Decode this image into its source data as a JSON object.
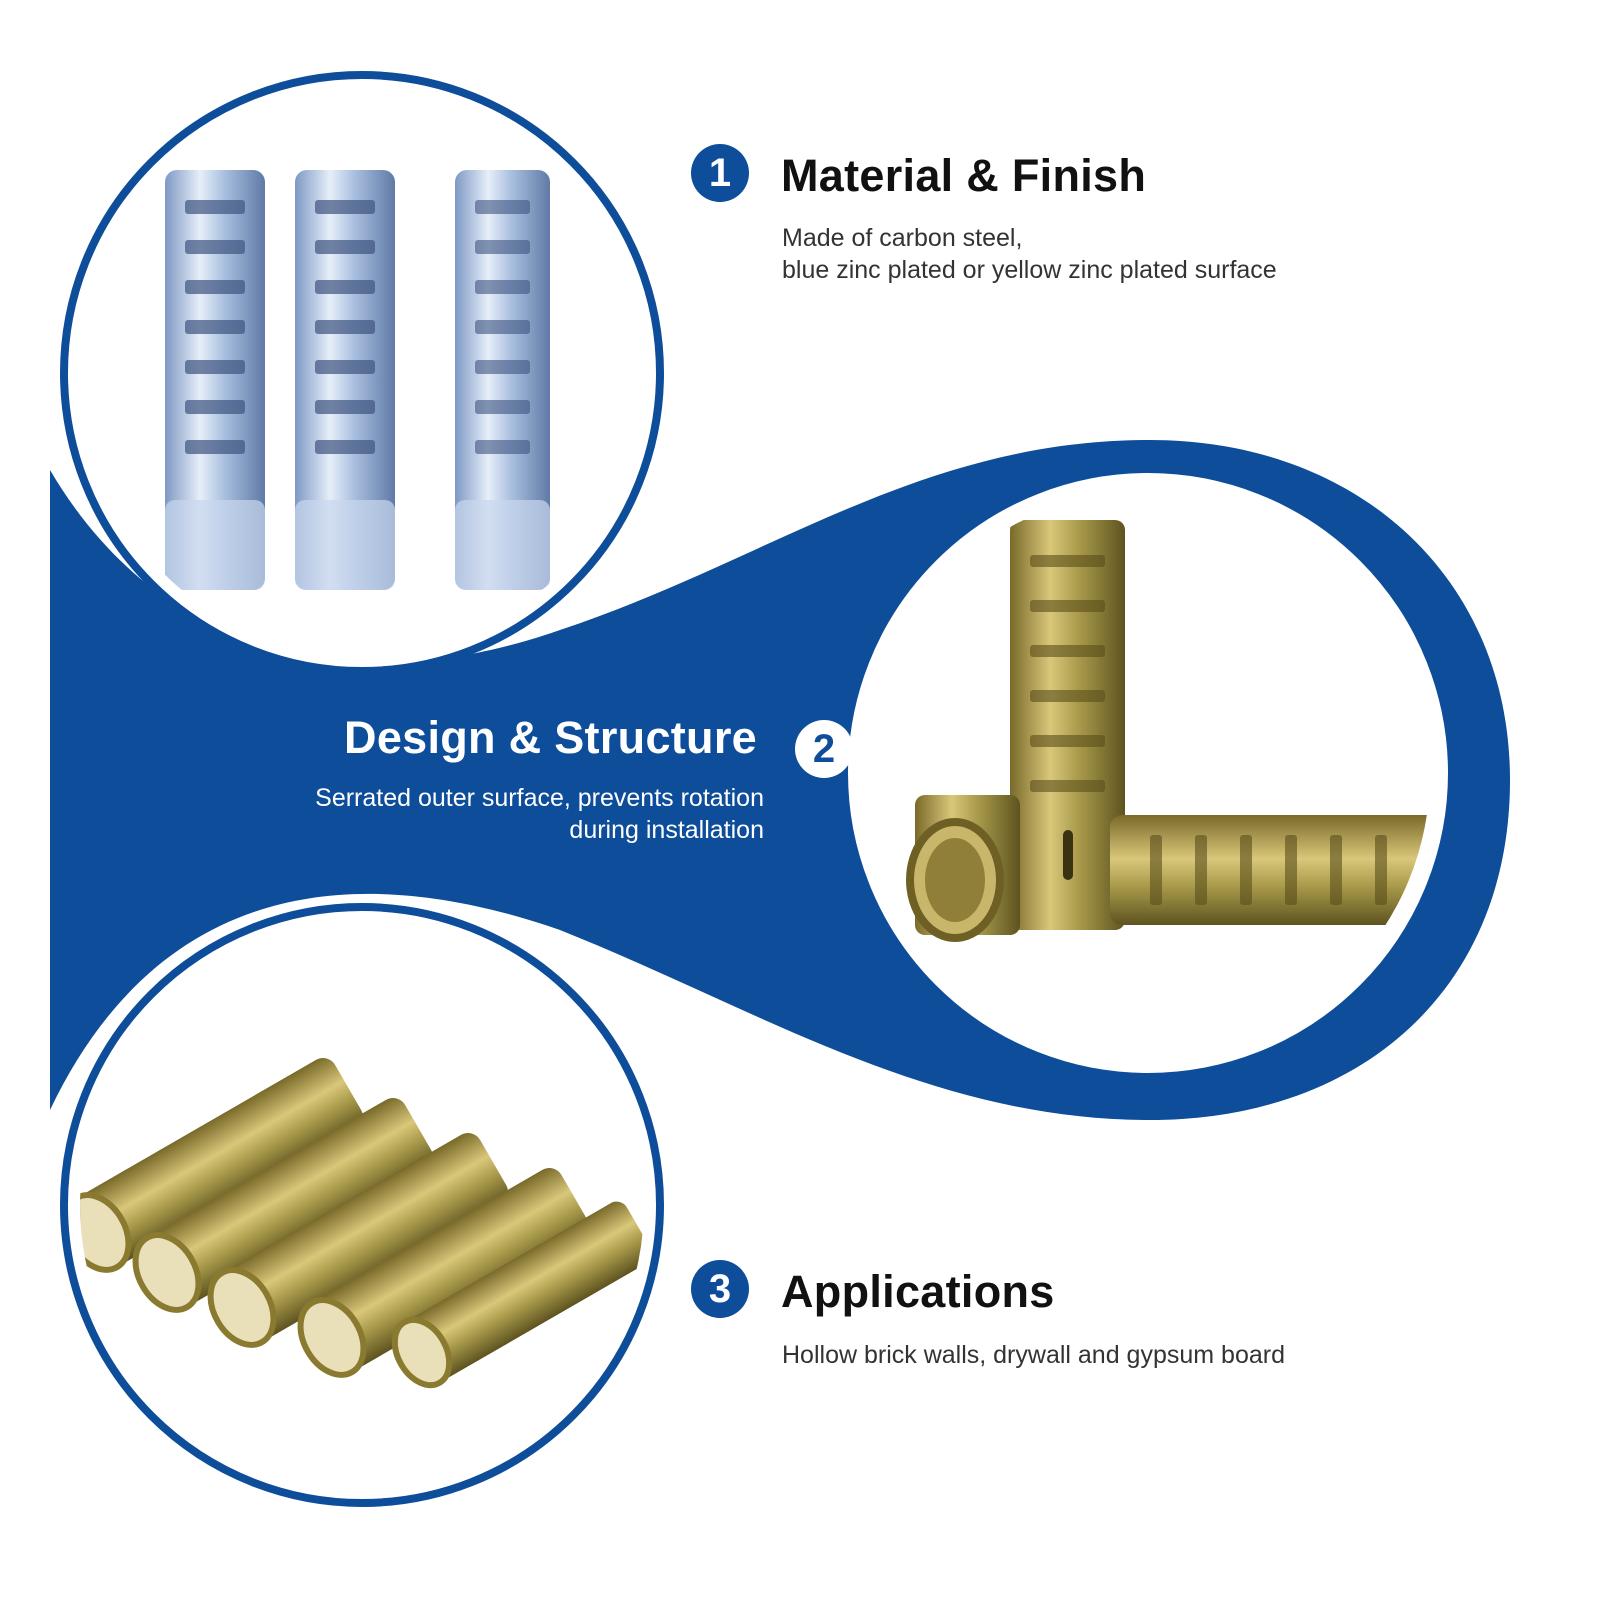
{
  "colors": {
    "brand_blue": "#0d4d9a",
    "background": "#ffffff",
    "heading_text": "#111111",
    "body_text": "#333333"
  },
  "features": [
    {
      "number": "1",
      "title": "Material & Finish",
      "lines": [
        "Made of carbon steel,",
        "blue zinc plated or yellow zinc plated surface"
      ],
      "image": "blue-zinc-anchors-image"
    },
    {
      "number": "2",
      "title": "Design & Structure",
      "lines": [
        "Serrated outer surface, prevents rotation",
        "during installation"
      ],
      "image": "yellow-zinc-anchors-crossed-image"
    },
    {
      "number": "3",
      "title": "Applications",
      "lines": [
        "Hollow brick walls, drywall and gypsum board"
      ],
      "image": "yellow-zinc-anchors-row-image"
    }
  ]
}
